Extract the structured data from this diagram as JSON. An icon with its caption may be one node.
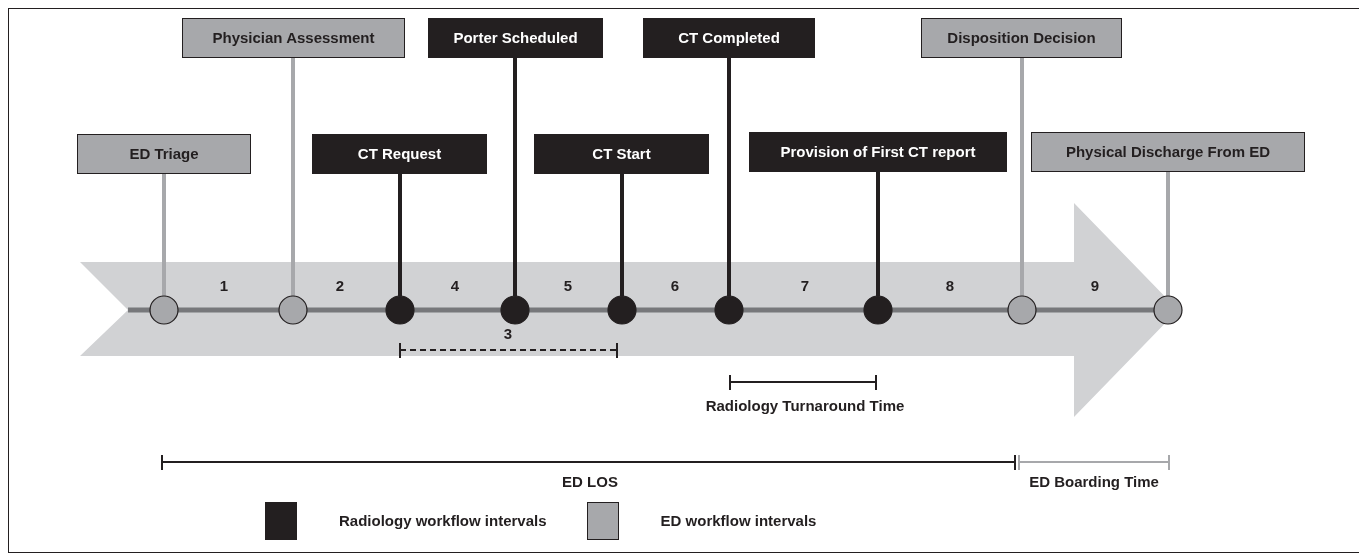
{
  "diagram": {
    "nodes": [
      {
        "text": [
          "ED Triage"
        ]
      },
      {
        "text": [
          "Physician Assessment"
        ]
      },
      {
        "text": [
          "CT Request"
        ]
      },
      {
        "text": [
          "Porter Scheduled"
        ]
      },
      {
        "text": [
          "CT Start"
        ]
      },
      {
        "text": [
          "CT Completed"
        ]
      },
      {
        "text": [
          "Provision of First CT report"
        ]
      },
      {
        "text": [
          "Disposition Decision"
        ]
      },
      {
        "text": [
          "Physical Discharge From ED"
        ]
      },
      {
        "text": [],
        "shape": "circle"
      },
      {
        "text": [],
        "shape": "circle"
      },
      {
        "text": [],
        "shape": "circle"
      },
      {
        "text": [],
        "shape": "circle"
      },
      {
        "text": [],
        "shape": "circle"
      },
      {
        "text": [],
        "shape": "circle"
      },
      {
        "text": [],
        "shape": "circle"
      },
      {
        "text": [],
        "shape": "circle"
      },
      {
        "text": [],
        "shape": "circle"
      }
    ],
    "edges": [
      {
        "from": 0,
        "to": 9,
        "arrow": "none",
        "color": "#a7a8ab"
      },
      {
        "from": 1,
        "to": 10,
        "arrow": "none",
        "color": "#a7a8ab"
      },
      {
        "from": 2,
        "to": 11,
        "arrow": "none"
      },
      {
        "from": 3,
        "to": 12,
        "arrow": "none"
      },
      {
        "from": 4,
        "to": 13,
        "arrow": "none"
      },
      {
        "from": 5,
        "to": 14,
        "arrow": "none"
      },
      {
        "from": 6,
        "to": 15,
        "arrow": "none"
      },
      {
        "from": 7,
        "to": 16,
        "arrow": "none",
        "color": "#a7a8ab"
      },
      {
        "from": 8,
        "to": 17,
        "arrow": "none",
        "color": "#a7a8ab"
      }
    ],
    "labels": [
      "1",
      "2",
      "4",
      "5",
      "6",
      "7",
      "8",
      "9",
      "3",
      "Radiology Turnaround Time",
      "ED LOS",
      "ED Boarding Time"
    ],
    "legend": [
      {
        "text": "Radiology workflow intervals",
        "color": "#231f20"
      },
      {
        "text": "ED workflow intervals",
        "color": "#a7a8ab"
      }
    ]
  }
}
